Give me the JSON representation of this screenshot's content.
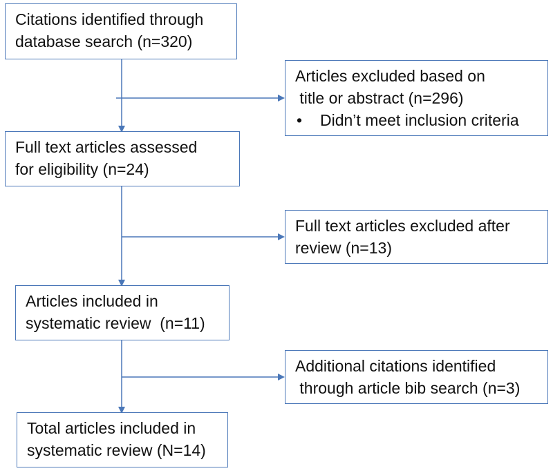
{
  "boxes": {
    "identified": {
      "lines": [
        "Citations identified through",
        "database search (n=320)"
      ]
    },
    "excluded_title": {
      "lines": [
        "Articles excluded based on",
        " title or abstract (n=296)"
      ],
      "bullet": "Didn’t meet inclusion criteria"
    },
    "fulltext_assessed": {
      "lines": [
        "Full text articles assessed",
        "for eligibility (n=24)"
      ]
    },
    "fulltext_excluded": {
      "lines": [
        "Full text articles excluded after",
        "review (n=13)"
      ]
    },
    "included": {
      "lines": [
        "Articles included in",
        "systematic review  (n=11)"
      ]
    },
    "additional": {
      "lines": [
        "Additional citations identified",
        " through article bib search (n=3)"
      ]
    },
    "total": {
      "lines": [
        "Total articles included in",
        "systematic review (N=14)"
      ]
    }
  },
  "colors": {
    "border": "#4a77b8",
    "arrow": "#4a77b8"
  }
}
